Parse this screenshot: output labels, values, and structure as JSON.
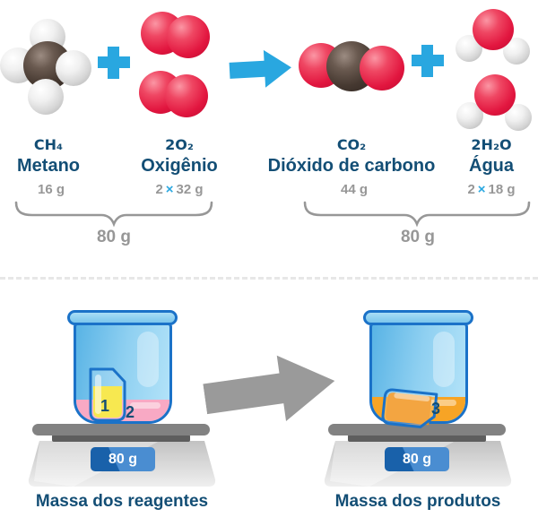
{
  "colors": {
    "accent_blue": "#29A7E0",
    "navy_text": "#134E75",
    "gray_text": "#979797",
    "beaker_blue": "#1B72C8",
    "liquid_pink": "#F8A9C4",
    "liquid_yellow": "#F6E32A",
    "liquid_orange": "#F6A225",
    "sphere_red": "#E2163F",
    "sphere_carbon": "#463931",
    "sphere_hydrogen": "#E0E0E0",
    "display_blue": "#1D71C6",
    "arrow_gray": "#9A9A9A"
  },
  "icons": {
    "plus": "plus-icon",
    "reaction_arrow": "arrow-right-icon",
    "transform_arrow": "arrow-right-icon",
    "underbrace": "curly-brace"
  },
  "equation": {
    "species": [
      {
        "formula": "CH₄",
        "name": "Metano",
        "mass": "16 g"
      },
      {
        "formula": "2O₂",
        "name": "Oxigênio",
        "count": "2",
        "times": "×",
        "mass": "32 g"
      },
      {
        "formula": "CO₂",
        "name": "Dióxido de carbono",
        "mass": "44 g"
      },
      {
        "formula": "2H₂O",
        "name": "Água",
        "count": "2",
        "times": "×",
        "mass": "18 g"
      }
    ],
    "totals": {
      "reagents": "80 g",
      "products": "80 g"
    }
  },
  "flasks": {
    "inner_beaker_label": "1",
    "pink_liquid_label": "2",
    "tipped_beaker_label": "3"
  },
  "scales": {
    "left": {
      "reading": "80 g",
      "caption": "Massa dos reagentes"
    },
    "right": {
      "reading": "80 g",
      "caption": "Massa dos produtos"
    }
  }
}
